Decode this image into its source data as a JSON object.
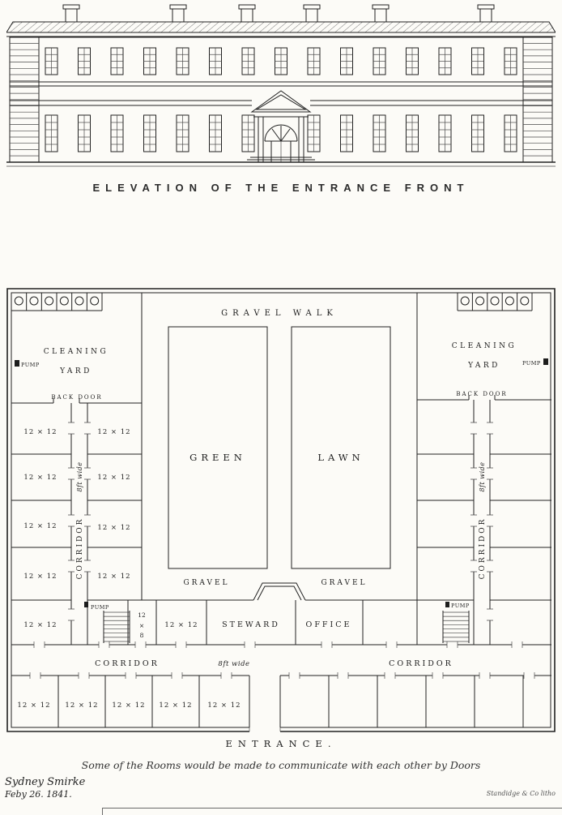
{
  "elevation": {
    "caption": "ELEVATION OF THE ENTRANCE FRONT"
  },
  "plan": {
    "gravel_walk": "GRAVEL WALK",
    "left_yard": {
      "title_line1": "CLEANING",
      "title_line2": "YARD",
      "pump": "PUMP",
      "back_door": "BACK DOOR"
    },
    "right_yard": {
      "title_line1": "CLEANING",
      "title_line2": "YARD",
      "pump": "PUMP",
      "back_door": "BACK DOOR"
    },
    "left_wing": {
      "corridor": "CORRIDOR",
      "corridor_width": "8ft wide",
      "outer_rooms": [
        "12 × 12",
        "12 × 12",
        "12 × 12",
        "12 × 12",
        "12 × 12"
      ],
      "inner_rooms": [
        "12 × 12",
        "12 × 12",
        "12 × 12",
        "12 × 12"
      ]
    },
    "right_wing": {
      "corridor": "CORRIDOR",
      "corridor_width": "8ft wide"
    },
    "court": {
      "green": "GREEN",
      "lawn": "LAWN",
      "gravel_left": "GRAVEL",
      "gravel_right": "GRAVEL"
    },
    "middle": {
      "small_room_l1": "12",
      "small_room_l2": "×",
      "small_room_l3": "8",
      "room": "12 × 12",
      "steward": "STEWARD",
      "office": "OFFICE",
      "pump_left": "PUMP",
      "pump_right": "PUMP"
    },
    "corridor_band": {
      "left": "CORRIDOR",
      "width": "8ft wide",
      "right": "CORRIDOR"
    },
    "bottom_rooms": [
      "12 × 12",
      "12 × 12",
      "12 × 12",
      "12 × 12",
      "12 × 12"
    ],
    "entrance": "ENTRANCE."
  },
  "footer": {
    "note": "Some of the Rooms would be made to communicate with each other by Doors",
    "signature_name": "Sydney Smirke",
    "signature_date": "Feby 26. 1841.",
    "engraver": "Standidge & Co litho"
  }
}
